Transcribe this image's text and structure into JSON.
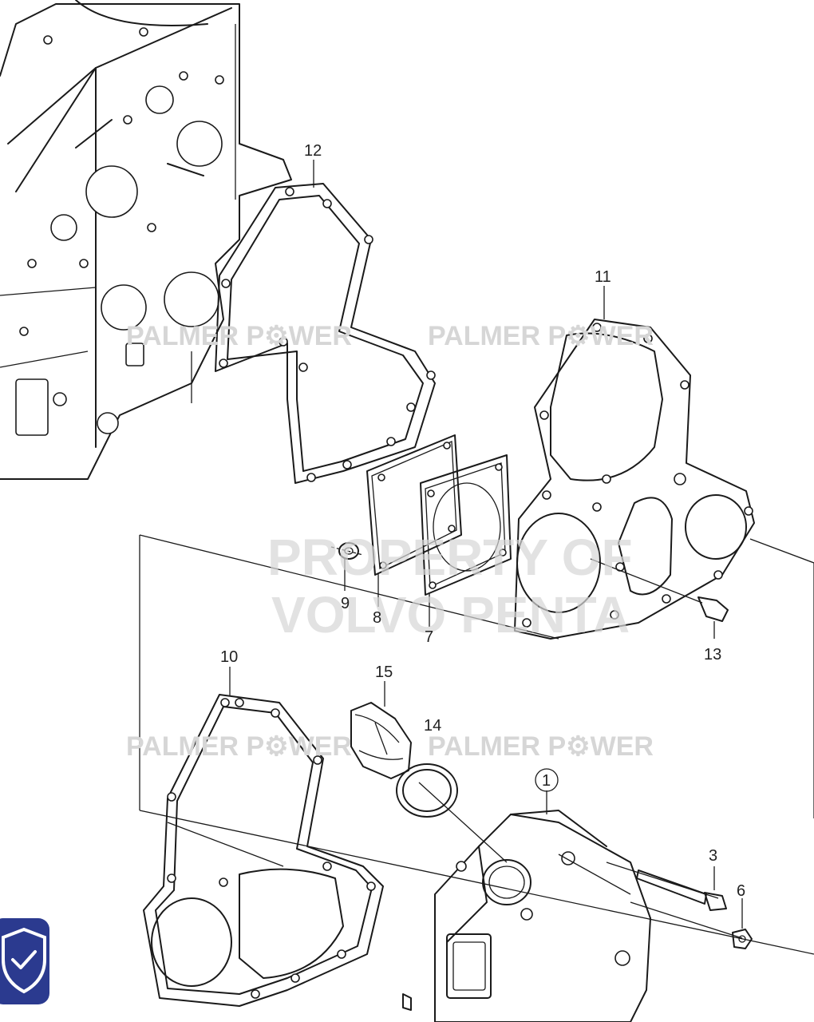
{
  "callouts": {
    "c1": "1",
    "c3": "3",
    "c6": "6",
    "c7": "7",
    "c8": "8",
    "c9": "9",
    "c10": "10",
    "c11": "11",
    "c12": "12",
    "c13": "13",
    "c14": "14",
    "c15": "15"
  },
  "watermarks": {
    "brand": "PALMER P⚙WER",
    "owner_line1": "PROPERTY OF",
    "owner_line2": "VOLVO PENTA"
  },
  "colors": {
    "badge": "#2b3a8f",
    "line": "#1a1a1a",
    "watermark": "#d6d6d6"
  },
  "icons": {
    "badge_icon": "shield-check-icon"
  }
}
